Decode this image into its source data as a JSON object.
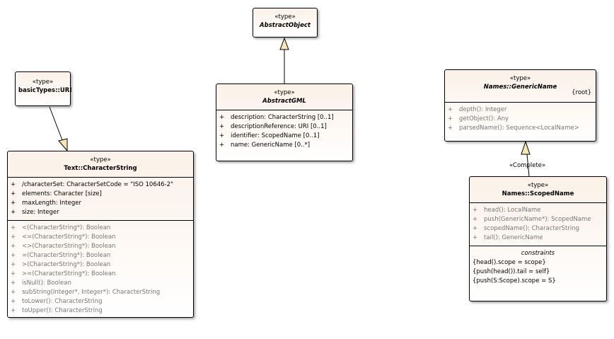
{
  "classes": {
    "abstract_object": {
      "stereotype": "«type»",
      "name": "AbstractObject"
    },
    "uri": {
      "stereotype": "«type»",
      "name": "basicTypes::URI"
    },
    "abstract_gml": {
      "stereotype": "«type»",
      "name": "AbstractGML",
      "attributes": [
        {
          "vis": "+",
          "text": "description: CharacterString [0..1]"
        },
        {
          "vis": "+",
          "text": "descriptionReference: URI [0..1]"
        },
        {
          "vis": "+",
          "text": "identifier: ScopedName [0..1]"
        },
        {
          "vis": "+",
          "text": "name: GenericName [0..*]"
        }
      ]
    },
    "character_string": {
      "stereotype": "«type»",
      "name": "Text::CharacterString",
      "attributes": [
        {
          "vis": "+",
          "text": "/characterSet: CharacterSetCode = \"ISO 10646-2\""
        },
        {
          "vis": "+",
          "text": "elements: Character [size]"
        },
        {
          "vis": "+",
          "text": "maxLength: Integer"
        },
        {
          "vis": "+",
          "text": "size: Integer"
        }
      ],
      "operations": [
        {
          "vis": "+",
          "text": "<(CharacterString*): Boolean"
        },
        {
          "vis": "+",
          "text": "<=(CharacterString*): Boolean"
        },
        {
          "vis": "+",
          "text": "<>(CharacterString*): Boolean"
        },
        {
          "vis": "+",
          "text": "=(CharacterString*): Boolean"
        },
        {
          "vis": "+",
          "text": ">(CharacterString*): Boolean"
        },
        {
          "vis": "+",
          "text": ">=(CharacterString*): Boolean"
        },
        {
          "vis": "+",
          "text": "isNull(): Boolean"
        },
        {
          "vis": "+",
          "text": "subString(Integer*, Integer*): CharacterString"
        },
        {
          "vis": "+",
          "text": "toLower(): CharacterString"
        },
        {
          "vis": "+",
          "text": "toUpper(): CharacterString"
        }
      ]
    },
    "generic_name": {
      "stereotype": "«type»",
      "name": "Names::GenericName",
      "tag": "{root}",
      "operations": [
        {
          "vis": "+",
          "text": "depth(): Integer"
        },
        {
          "vis": "+",
          "text": "getObject(): Any"
        },
        {
          "vis": "+",
          "text": "parsedName(): Sequence<LocalName>"
        }
      ]
    },
    "scoped_name": {
      "stereotype": "«type»",
      "name": "Names::ScopedName",
      "operations": [
        {
          "vis": "+",
          "text": "head(): LocalName"
        },
        {
          "vis": "+",
          "text": "push(GenericName*): ScopedName"
        },
        {
          "vis": "+",
          "text": "scopedName(): CharacterString"
        },
        {
          "vis": "+",
          "text": "tail(): GenericName"
        }
      ],
      "constraints_title": "constraints",
      "constraints": [
        "{head().scope = scope}",
        "{push(head()).tail = self}",
        "{push(S:Scope).scope = S}"
      ]
    }
  },
  "connectors": {
    "complete_label": "«Complete»"
  }
}
